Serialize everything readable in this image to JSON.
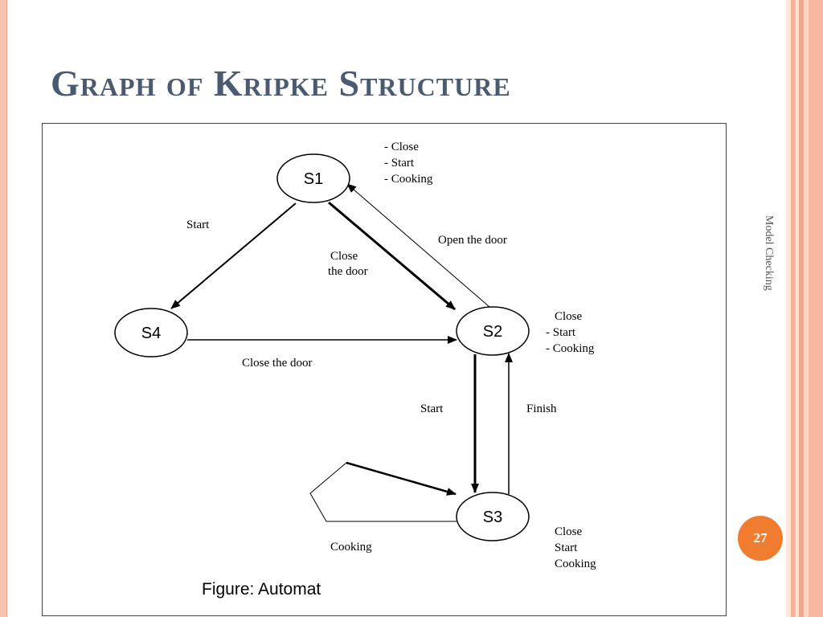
{
  "slide": {
    "title": "Graph of Kripke Structure",
    "side_label": "Model Checking",
    "page_number": "27"
  },
  "diagram": {
    "states": {
      "s1": "S1",
      "s2": "S2",
      "s3": "S3",
      "s4": "S4"
    },
    "state_props": {
      "s1": [
        "- Close",
        "- Start",
        "- Cooking"
      ],
      "s2": [
        "Close",
        "- Start",
        "- Cooking"
      ],
      "s3": [
        "Close",
        "Start",
        "Cooking"
      ]
    },
    "edges": {
      "s1_s4": "Start",
      "s1_s2_line1": "Close",
      "s1_s2_line2": "the door",
      "s2_s1": "Open the door",
      "s4_s2": "Close the door",
      "s2_s3": "Start",
      "s3_s2": "Finish",
      "s3_loop": "Cooking"
    },
    "caption": "Figure: Automat"
  }
}
